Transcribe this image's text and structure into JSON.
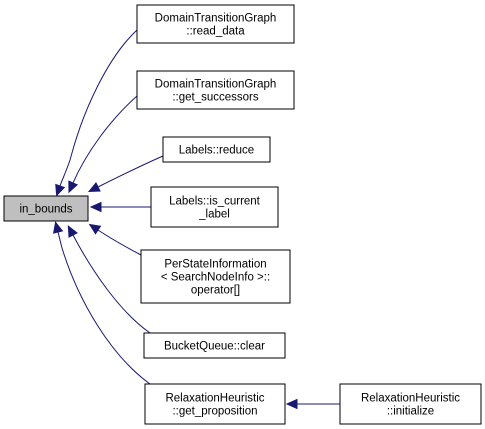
{
  "graph": {
    "nodes": [
      {
        "id": "in_bounds",
        "lines": [
          "in_bounds"
        ]
      },
      {
        "id": "dtg_read_data",
        "lines": [
          "DomainTransitionGraph",
          "::read_data"
        ]
      },
      {
        "id": "dtg_get_successors",
        "lines": [
          "DomainTransitionGraph",
          "::get_successors"
        ]
      },
      {
        "id": "labels_reduce",
        "lines": [
          "Labels::reduce"
        ]
      },
      {
        "id": "labels_is_current_label",
        "lines": [
          "Labels::is_current",
          "_label"
        ]
      },
      {
        "id": "psi_operator",
        "lines": [
          "PerStateInformation",
          "< SearchNodeInfo >::",
          "operator[]"
        ]
      },
      {
        "id": "bucketqueue_clear",
        "lines": [
          "BucketQueue::clear"
        ]
      },
      {
        "id": "rh_get_proposition",
        "lines": [
          "RelaxationHeuristic",
          "::get_proposition"
        ]
      },
      {
        "id": "rh_initialize",
        "lines": [
          "RelaxationHeuristic",
          "::initialize"
        ]
      }
    ],
    "edges": [
      {
        "from": "dtg_read_data",
        "to": "in_bounds"
      },
      {
        "from": "dtg_get_successors",
        "to": "in_bounds"
      },
      {
        "from": "labels_reduce",
        "to": "in_bounds"
      },
      {
        "from": "labels_is_current_label",
        "to": "in_bounds"
      },
      {
        "from": "psi_operator",
        "to": "in_bounds"
      },
      {
        "from": "bucketqueue_clear",
        "to": "in_bounds"
      },
      {
        "from": "rh_get_proposition",
        "to": "in_bounds"
      },
      {
        "from": "rh_initialize",
        "to": "rh_get_proposition"
      }
    ],
    "colors": {
      "edge": "#191970",
      "focus_fill": "#bfbfbf",
      "node_border": "#000000"
    }
  }
}
